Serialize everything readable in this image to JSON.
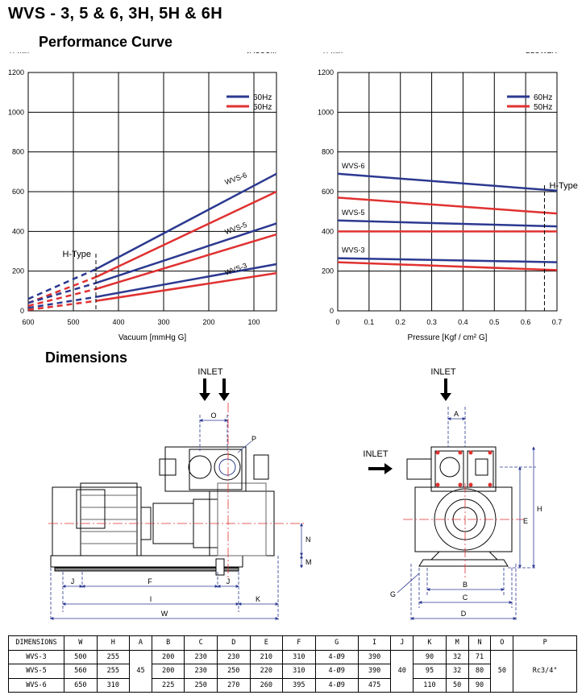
{
  "title": "WVS - 3, 5 & 6, 3H, 5H & 6H",
  "performance_heading": "Performance Curve",
  "dimensions_heading": "Dimensions",
  "chart_data": [
    {
      "type": "line",
      "mode": "VACUUM",
      "ylabel": "l / min",
      "xlabel": "Vacuum  [mmHg G]",
      "xlim": [
        600,
        50
      ],
      "ylim": [
        0,
        1200
      ],
      "xticks": [
        600,
        500,
        400,
        300,
        200,
        100
      ],
      "yticks": [
        0,
        200,
        400,
        600,
        800,
        1000,
        1200
      ],
      "legend": [
        {
          "name": "60Hz",
          "color": "#2b3990"
        },
        {
          "name": "50Hz",
          "color": "#e03131"
        }
      ],
      "htype_label": "H-Type",
      "htype_x": 450,
      "series": [
        {
          "name": "WVS-6",
          "freq": "60Hz",
          "x": [
            600,
            450,
            50
          ],
          "y": [
            60,
            210,
            690
          ]
        },
        {
          "name": "",
          "freq": "50Hz",
          "x": [
            600,
            450,
            50
          ],
          "y": [
            40,
            170,
            600
          ]
        },
        {
          "name": "WVS-5",
          "freq": "60Hz",
          "x": [
            600,
            450,
            50
          ],
          "y": [
            40,
            140,
            440
          ]
        },
        {
          "name": "",
          "freq": "50Hz",
          "x": [
            600,
            450,
            50
          ],
          "y": [
            25,
            110,
            385
          ]
        },
        {
          "name": "WVS-3",
          "freq": "60Hz",
          "x": [
            600,
            450,
            50
          ],
          "y": [
            15,
            70,
            235
          ]
        },
        {
          "name": "",
          "freq": "50Hz",
          "x": [
            600,
            450,
            50
          ],
          "y": [
            5,
            50,
            190
          ]
        }
      ]
    },
    {
      "type": "line",
      "mode": "BLOWER",
      "ylabel": "l / min",
      "xlabel": "Pressure  [Kgf / cm² G]",
      "xlim": [
        0,
        0.7
      ],
      "ylim": [
        0,
        1200
      ],
      "xticks": [
        0,
        0.1,
        0.2,
        0.3,
        0.4,
        0.5,
        0.6,
        0.7
      ],
      "yticks": [
        0,
        200,
        400,
        600,
        800,
        1000,
        1200
      ],
      "legend": [
        {
          "name": "60Hz",
          "color": "#2b3990"
        },
        {
          "name": "50Hz",
          "color": "#e03131"
        }
      ],
      "htype_label": "H-Type",
      "htype_x": 0.66,
      "series": [
        {
          "name": "WVS-6",
          "freq": "60Hz",
          "x": [
            0,
            0.7
          ],
          "y": [
            690,
            605
          ]
        },
        {
          "name": "",
          "freq": "50Hz",
          "x": [
            0,
            0.7
          ],
          "y": [
            570,
            490
          ]
        },
        {
          "name": "WVS-5",
          "freq": "60Hz",
          "x": [
            0,
            0.7
          ],
          "y": [
            455,
            425
          ]
        },
        {
          "name": "",
          "freq": "50Hz",
          "x": [
            0,
            0.7
          ],
          "y": [
            400,
            400
          ]
        },
        {
          "name": "WVS-3",
          "freq": "60Hz",
          "x": [
            0,
            0.7
          ],
          "y": [
            265,
            245
          ]
        },
        {
          "name": "",
          "freq": "50Hz",
          "x": [
            0,
            0.7
          ],
          "y": [
            245,
            205
          ]
        }
      ]
    }
  ],
  "drawing": {
    "inlet_label": "INLET",
    "labels": {
      "O": "O",
      "P": "P",
      "A": "A",
      "N": "N",
      "M": "M",
      "E": "E",
      "H": "H",
      "J": "J",
      "F": "F",
      "I": "I",
      "K": "K",
      "W": "W",
      "B": "B",
      "C": "C",
      "D": "D",
      "G": "G"
    }
  },
  "table": {
    "headers": [
      "DIMENSIONS",
      "W",
      "H",
      "A",
      "B",
      "C",
      "D",
      "E",
      "F",
      "G",
      "I",
      "J",
      "K",
      "M",
      "N",
      "O",
      "P"
    ],
    "rows": [
      [
        "WVS-3",
        "500",
        "255",
        "200",
        "230",
        "230",
        "210",
        "310",
        "4-Ø9",
        "390",
        "90",
        "32",
        "71"
      ],
      [
        "WVS-5",
        "560",
        "255",
        "200",
        "230",
        "250",
        "220",
        "310",
        "4-Ø9",
        "390",
        "95",
        "32",
        "80"
      ],
      [
        "WVS-6",
        "650",
        "310",
        "225",
        "250",
        "270",
        "260",
        "395",
        "4-Ø9",
        "475",
        "110",
        "50",
        "90"
      ]
    ],
    "merged": {
      "A": "45",
      "J": "40",
      "O": "50",
      "P": "Rc3/4\""
    }
  }
}
